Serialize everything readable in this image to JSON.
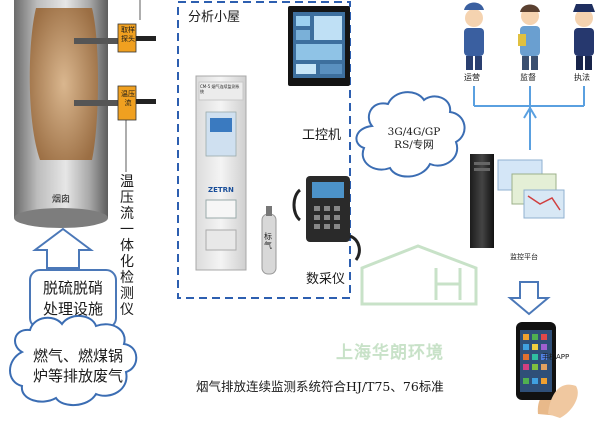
{
  "stack": {
    "label": "烟囱",
    "sampling_probe": "取样探头",
    "temp_pressure_flow": "温压流"
  },
  "integrated_meter_label": "温压流一体化检测仪",
  "desulfurization": "脱硫脱硝处理设施",
  "emission_source": "燃气、燃煤锅炉等排放废气",
  "analysis_room": "分析小屋",
  "analyzer_cabinet_label": "CM-5 烟气连续监测系统",
  "analyzer_brand": "ZETRN",
  "gas_cylinder": "标气",
  "ipc": "工控机",
  "data_logger": "数采仪",
  "network": "3G/4G/GPRS/专网",
  "network_lines": [
    "3G/4G/GP",
    "RS/专网"
  ],
  "users": [
    "运营",
    "监督",
    "执法"
  ],
  "monitoring_platform": "监控平台",
  "mobile_app": "手机APP",
  "watermark": "上海华朗环境",
  "footer": "烟气排放连续监测系统符合HJ/T75、76标准",
  "colors": {
    "dashed_box": "#2d5fb0",
    "arrow_fill": "#ffffff",
    "arrow_stroke": "#4b78b8",
    "cloud_stroke": "#3b6db3",
    "connector": "#5aa0e0",
    "watermark": "#c8e2c8"
  }
}
